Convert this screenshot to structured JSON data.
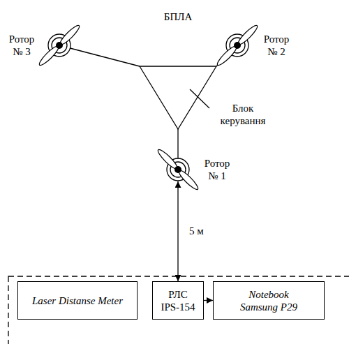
{
  "diagram": {
    "nodes": [
      {
        "text": [
          "Ротор № 3"
        ]
      },
      {
        "text": [
          "Ротор № 2"
        ]
      },
      {
        "text": [
          "Ротор № 1"
        ]
      },
      {
        "text": [
          "Laser Distanse Meter"
        ]
      },
      {
        "text": [
          "РЛС IPS-154"
        ]
      },
      {
        "text": [
          "Notebook Samsung P29"
        ]
      }
    ],
    "edges": [
      {
        "from": 2,
        "to": 4,
        "arrow": "both",
        "label": "5 м"
      },
      {
        "from": 4,
        "to": 5,
        "arrow": "to"
      }
    ],
    "labels": [
      "БПЛА",
      "Блок керування"
    ]
  }
}
